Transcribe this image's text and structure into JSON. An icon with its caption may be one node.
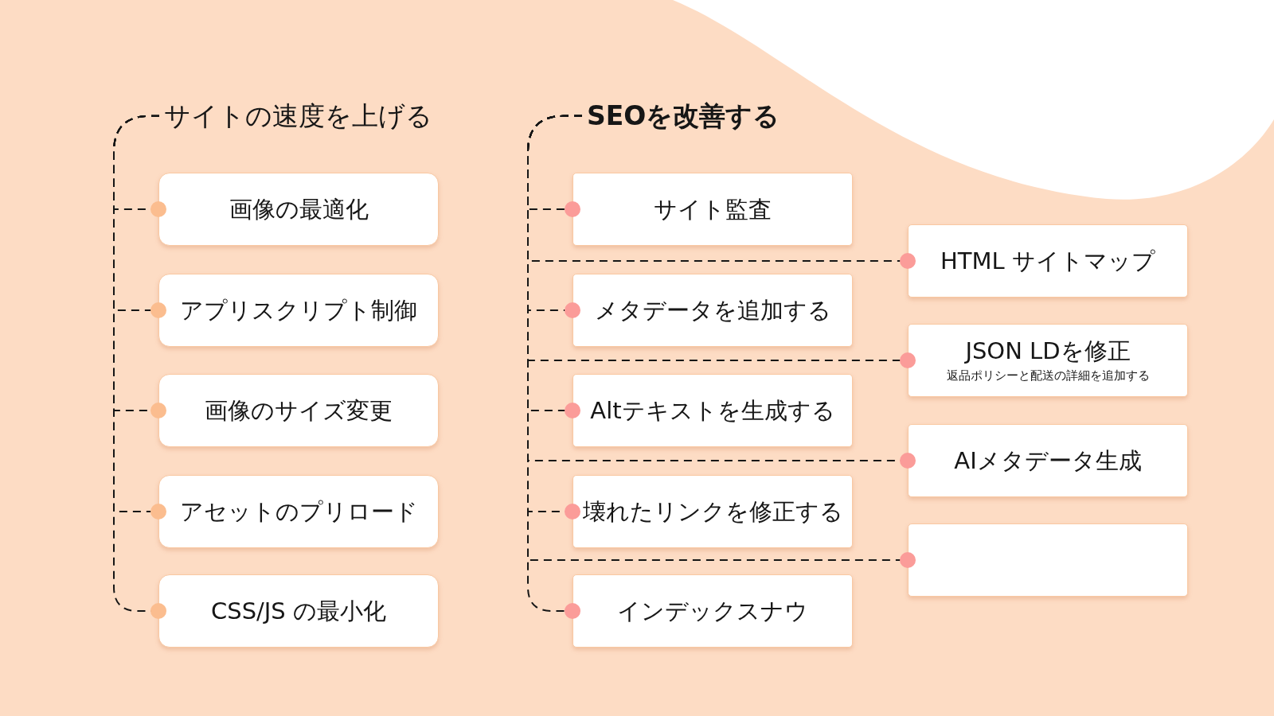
{
  "diagram": {
    "nodes": [
      {
        "text": [
          "サイトの速度を上げる"
        ]
      },
      {
        "text": [
          "画像の最適化"
        ]
      },
      {
        "text": [
          "アプリスクリプト制御"
        ]
      },
      {
        "text": [
          "画像のサイズ変更"
        ]
      },
      {
        "text": [
          "アセットのプリロード"
        ]
      },
      {
        "text": [
          "CSS/JS の最小化"
        ]
      },
      {
        "text": [
          "SEOを改善する"
        ]
      },
      {
        "text": [
          "サイト監査"
        ]
      },
      {
        "text": [
          "HTML サイトマップ"
        ]
      },
      {
        "text": [
          "メタデータを追加する"
        ]
      },
      {
        "text": [
          "JSON LDを修正",
          "返品ポリシーと配送の詳細を追加する"
        ]
      },
      {
        "text": [
          "Altテキストを生成する"
        ]
      },
      {
        "text": [
          "AIメタデータ生成"
        ]
      },
      {
        "text": [
          "壊れたリンクを修正する"
        ]
      },
      {
        "text": [],
        "shape": "box"
      },
      {
        "text": [
          "インデックスナウ"
        ]
      }
    ],
    "edges": [
      {
        "from": 0,
        "to": 1,
        "arrow": "other",
        "style": "dashed"
      },
      {
        "from": 0,
        "to": 2,
        "arrow": "other",
        "style": "dashed"
      },
      {
        "from": 0,
        "to": 3,
        "arrow": "other",
        "style": "dashed"
      },
      {
        "from": 0,
        "to": 4,
        "arrow": "other",
        "style": "dashed"
      },
      {
        "from": 0,
        "to": 5,
        "arrow": "other",
        "style": "dashed"
      },
      {
        "from": 6,
        "to": 7,
        "arrow": "other",
        "style": "dashed"
      },
      {
        "from": 6,
        "to": 8,
        "arrow": "other",
        "style": "dashed"
      },
      {
        "from": 6,
        "to": 9,
        "arrow": "other",
        "style": "dashed"
      },
      {
        "from": 6,
        "to": 10,
        "arrow": "other",
        "style": "dashed"
      },
      {
        "from": 6,
        "to": 11,
        "arrow": "other",
        "style": "dashed"
      },
      {
        "from": 6,
        "to": 12,
        "arrow": "other",
        "style": "dashed"
      },
      {
        "from": 6,
        "to": 13,
        "arrow": "other",
        "style": "dashed"
      },
      {
        "from": 6,
        "to": 14,
        "arrow": "other",
        "style": "dashed"
      },
      {
        "from": 6,
        "to": 15,
        "arrow": "other",
        "style": "dashed"
      }
    ]
  }
}
